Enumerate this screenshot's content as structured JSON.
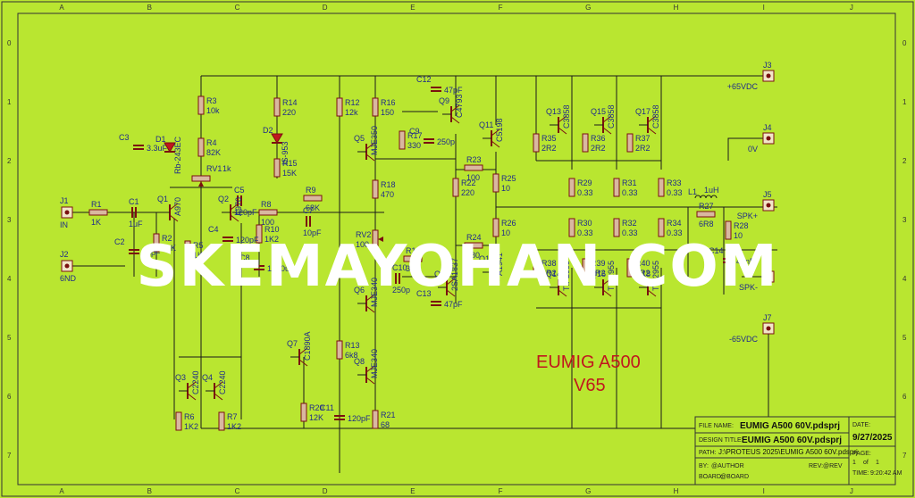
{
  "diagram": {
    "title": "EUMIG A500",
    "subtitle": "V65",
    "watermark": "SKEMAYOHAN.COM",
    "columns": [
      "A",
      "B",
      "C",
      "D",
      "E",
      "F",
      "G",
      "H",
      "I",
      "J"
    ],
    "rows": [
      "0",
      "1",
      "2",
      "3",
      "4",
      "5",
      "6",
      "7"
    ],
    "connectors": [
      {
        "ref": "J1",
        "label": "IN"
      },
      {
        "ref": "J2",
        "label": "6ND"
      },
      {
        "ref": "J3",
        "label": "+65VDC"
      },
      {
        "ref": "J4",
        "label": "0V"
      },
      {
        "ref": "J5",
        "label": "SPK+"
      },
      {
        "ref": "J6",
        "label": "SPK-"
      },
      {
        "ref": "J7",
        "label": "-65VDC"
      }
    ],
    "resistors": [
      {
        "ref": "R1",
        "value": "1K"
      },
      {
        "ref": "R2",
        "value": "56K"
      },
      {
        "ref": "R3",
        "value": "10k"
      },
      {
        "ref": "R4",
        "value": "82K"
      },
      {
        "ref": "R5",
        "value": "1K2"
      },
      {
        "ref": "R6",
        "value": "1K2"
      },
      {
        "ref": "R7",
        "value": "1K2"
      },
      {
        "ref": "R8",
        "value": "100"
      },
      {
        "ref": "R9",
        "value": "68K"
      },
      {
        "ref": "R10",
        "value": "1K2"
      },
      {
        "ref": "R12",
        "value": "12k"
      },
      {
        "ref": "R13",
        "value": "6k8"
      },
      {
        "ref": "R14",
        "value": "220"
      },
      {
        "ref": "R15",
        "value": "15K"
      },
      {
        "ref": "R16",
        "value": "150"
      },
      {
        "ref": "R17",
        "value": "330"
      },
      {
        "ref": "R18",
        "value": "470"
      },
      {
        "ref": "R19",
        "value": "330"
      },
      {
        "ref": "R20",
        "value": "12K"
      },
      {
        "ref": "R21",
        "value": "68"
      },
      {
        "ref": "R22",
        "value": "220"
      },
      {
        "ref": "R23",
        "value": "100"
      },
      {
        "ref": "R24",
        "value": "180"
      },
      {
        "ref": "R25",
        "value": "10"
      },
      {
        "ref": "R26",
        "value": "10"
      },
      {
        "ref": "R27",
        "value": "6R8"
      },
      {
        "ref": "R28",
        "value": "10"
      },
      {
        "ref": "R29",
        "value": "0.33"
      },
      {
        "ref": "R30",
        "value": "0.33"
      },
      {
        "ref": "R31",
        "value": "0.33"
      },
      {
        "ref": "R32",
        "value": "0.33"
      },
      {
        "ref": "R33",
        "value": "0.33"
      },
      {
        "ref": "R34",
        "value": "0.33"
      },
      {
        "ref": "R35",
        "value": "2R2"
      },
      {
        "ref": "R36",
        "value": "2R2"
      },
      {
        "ref": "R37",
        "value": "2R2"
      },
      {
        "ref": "R38",
        "value": "2R2"
      },
      {
        "ref": "R39",
        "value": "2R2"
      },
      {
        "ref": "R40",
        "value": "2R2"
      }
    ],
    "capacitors": [
      {
        "ref": "C1",
        "value": "1uF"
      },
      {
        "ref": "C2",
        "value": "68pF"
      },
      {
        "ref": "C3",
        "value": "3.3uF"
      },
      {
        "ref": "C4",
        "value": "120pF"
      },
      {
        "ref": "C5",
        "value": "120pF"
      },
      {
        "ref": "C7",
        "value": "10pF"
      },
      {
        "ref": "C8",
        "value": "1000uF"
      },
      {
        "ref": "C9",
        "value": "250p"
      },
      {
        "ref": "C10",
        "value": "250p"
      },
      {
        "ref": "C11",
        "value": "120pF"
      },
      {
        "ref": "C12",
        "value": "47pF"
      },
      {
        "ref": "C13",
        "value": "47pF"
      },
      {
        "ref": "C14",
        "value": "47nF"
      }
    ],
    "transistors": [
      {
        "ref": "Q1",
        "part": "A970"
      },
      {
        "ref": "Q2",
        "part": "A970"
      },
      {
        "ref": "Q3",
        "part": "C2240"
      },
      {
        "ref": "Q4",
        "part": "C2240"
      },
      {
        "ref": "Q5",
        "part": "MJE350"
      },
      {
        "ref": "Q6",
        "part": "MJE340"
      },
      {
        "ref": "Q7",
        "part": "C1890A"
      },
      {
        "ref": "Q8",
        "part": "MJE340"
      },
      {
        "ref": "Q9",
        "part": "C4793"
      },
      {
        "ref": "Q10",
        "part": "2SA1837"
      },
      {
        "ref": "Q11",
        "part": "C5198"
      },
      {
        "ref": "Q12",
        "part": "A1941"
      },
      {
        "ref": "Q13",
        "part": "C3858"
      },
      {
        "ref": "Q14",
        "part": "TIP2955"
      },
      {
        "ref": "Q15",
        "part": "C3858"
      },
      {
        "ref": "Q16",
        "part": "TIP2955"
      },
      {
        "ref": "Q17",
        "part": "C3858"
      },
      {
        "ref": "Q18",
        "part": "TIP2955"
      }
    ],
    "diodes": [
      {
        "ref": "D1",
        "part": "Rb-243EC"
      },
      {
        "ref": "D2",
        "part": "IS-953"
      }
    ],
    "others": [
      {
        "ref": "RV1",
        "value": "1k"
      },
      {
        "ref": "RV2",
        "value": "100"
      },
      {
        "ref": "L1",
        "value": "1uH"
      }
    ]
  },
  "title_block": {
    "file_name_label": "FILE NAME:",
    "file_name": "EUMIG A500 60V.pdsprj",
    "design_title_label": "DESIGN TITLE:",
    "design_title": "EUMIG A500 60V.pdsprj",
    "path_label": "PATH:",
    "path": "J:\\PROTEUS 2025\\EUMIG A500 60V.pdsprj",
    "by_label": "BY:",
    "by": "@AUTHOR",
    "rev_label": "REV:",
    "rev": "@REV",
    "board_label": "BOARD:",
    "board": "@BOARD",
    "date_label": "DATE:",
    "date": "9/27/2025",
    "page_label": "PAGE:",
    "page": "1",
    "page_of": "of",
    "page_total": "1",
    "time_label": "TIME:",
    "time": "9:20:42 AM"
  }
}
